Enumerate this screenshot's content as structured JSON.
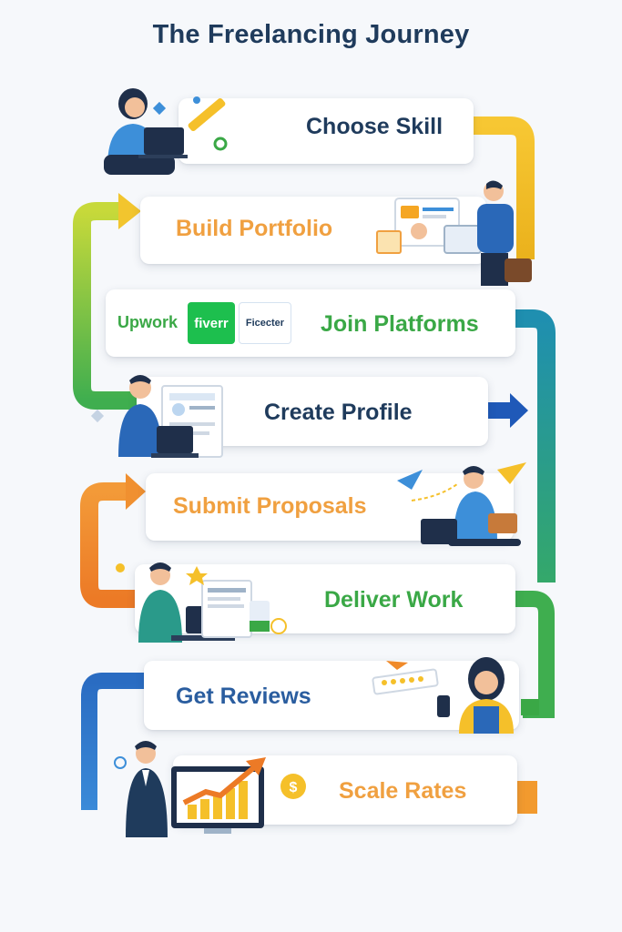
{
  "title": "The Freelancing Journey",
  "steps": [
    {
      "label": "Choose Skill",
      "color": "#1f3b5c"
    },
    {
      "label": "Build Portfolio",
      "color": "#f0a040"
    },
    {
      "label": "Join Platforms",
      "color": "#3aa846"
    },
    {
      "label": "Create Profile",
      "color": "#1f3b5c"
    },
    {
      "label": "Submit Proposals",
      "color": "#f0a040"
    },
    {
      "label": "Deliver Work",
      "color": "#3aa846"
    },
    {
      "label": "Get Reviews",
      "color": "#2a5d9f"
    },
    {
      "label": "Scale Rates",
      "color": "#f0a040"
    }
  ],
  "platforms": {
    "upwork": "Upwork",
    "fiverr": "fiverr",
    "freelancer": "Ficecter"
  },
  "colors": {
    "yellow": "#f5c02a",
    "green": "#4fae4a",
    "teal": "#1f9aa4",
    "blue": "#2a68b8",
    "orange": "#f08a2a",
    "navy": "#1f3b5c"
  }
}
